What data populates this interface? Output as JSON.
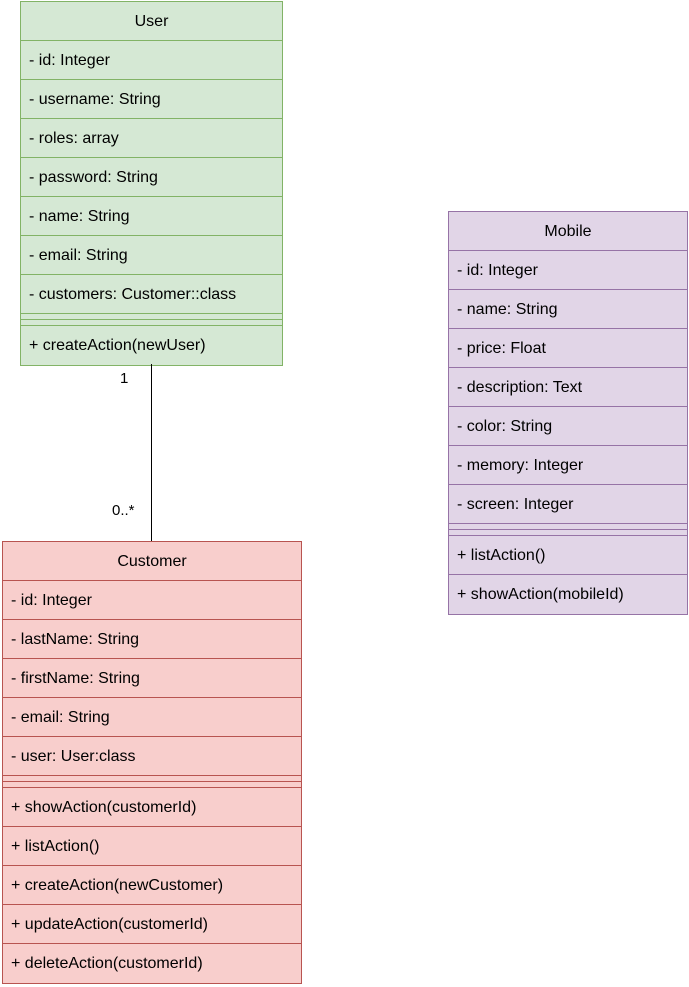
{
  "classes": {
    "user": {
      "name": "User",
      "attributes": [
        "- id: Integer",
        "- username: String",
        "- roles: array",
        "- password: String",
        "- name: String",
        "- email: String",
        "- customers: Customer::class"
      ],
      "methods": [
        "+ createAction(newUser)"
      ]
    },
    "customer": {
      "name": "Customer",
      "attributes": [
        "- id: Integer",
        "- lastName: String",
        "- firstName: String",
        "- email: String",
        "- user: User:class"
      ],
      "methods": [
        "+ showAction(customerId)",
        "+ listAction()",
        "+ createAction(newCustomer)",
        "+ updateAction(customerId)",
        "+ deleteAction(customerId)"
      ]
    },
    "mobile": {
      "name": "Mobile",
      "attributes": [
        "- id: Integer",
        "- name: String",
        "- price: Float",
        "- description: Text",
        "- color: String",
        "- memory: Integer",
        "- screen: Integer"
      ],
      "methods": [
        "+ listAction()",
        "+ showAction(mobileId)"
      ]
    }
  },
  "association": {
    "user_end": "1",
    "customer_end": "0..*"
  },
  "colors": {
    "user_fill": "#d5e8d4",
    "user_stroke": "#82b366",
    "customer_fill": "#f8cecc",
    "customer_stroke": "#b85450",
    "mobile_fill": "#e1d5e7",
    "mobile_stroke": "#9673a6"
  }
}
